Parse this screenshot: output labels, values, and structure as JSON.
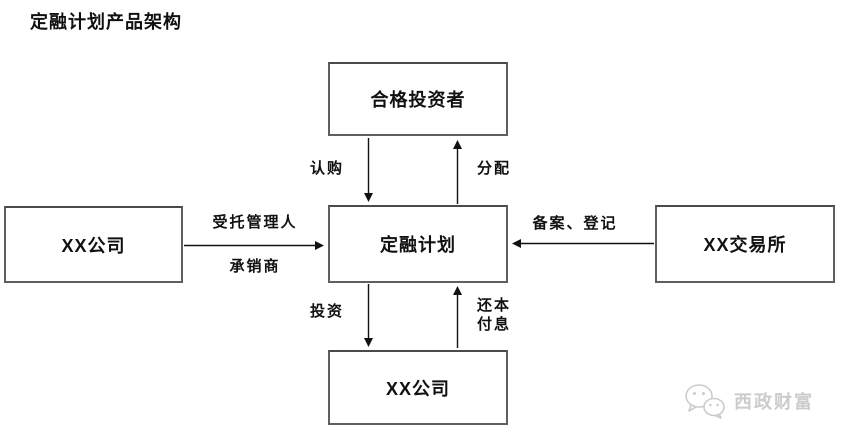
{
  "page": {
    "title": "定融计划产品架构"
  },
  "nodes": {
    "investors": "合格投资者",
    "plan": "定融计划",
    "company_left": "XX公司",
    "exchange": "XX交易所",
    "company_bottom": "XX公司"
  },
  "edges": {
    "subscribe": "认购",
    "distribute": "分配",
    "trustee": "受托管理人",
    "underwriter": "承销商",
    "filing": "备案、登记",
    "invest": "投资",
    "repay": "还本\n付息"
  },
  "watermark": {
    "text": "西政财富",
    "icon": "wechat-icon"
  },
  "colors": {
    "background": "#ffffff",
    "box_border": "#5f5f5f",
    "text": "#111111",
    "arrow": "#111111",
    "watermark": "#cccccc"
  }
}
